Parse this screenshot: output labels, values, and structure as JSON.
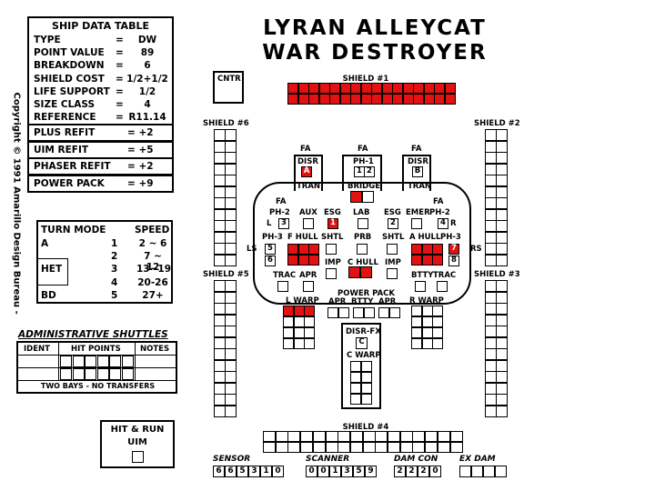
{
  "title": {
    "line1": "LYRAN ALLEYCAT",
    "line2": "WAR DESTROYER"
  },
  "copyright": "Copyright © 1991 Amarillo Design Bureau -",
  "ship_data_table": {
    "heading": "SHIP DATA TABLE",
    "rows": [
      {
        "label": "TYPE",
        "eq": "=",
        "value": "DW"
      },
      {
        "label": "POINT VALUE",
        "eq": "=",
        "value": "89"
      },
      {
        "label": "BREAKDOWN",
        "eq": "=",
        "value": "6"
      },
      {
        "label": "SHIELD COST",
        "eq": "=",
        "value": "1/2+1/2"
      },
      {
        "label": "LIFE SUPPORT",
        "eq": "=",
        "value": "1/2"
      },
      {
        "label": "SIZE CLASS",
        "eq": "=",
        "value": "4"
      },
      {
        "label": "REFERENCE",
        "eq": "=",
        "value": "R11.14"
      }
    ],
    "refits": [
      {
        "label": "PLUS REFIT",
        "value": "= +2"
      },
      {
        "label": "UIM REFIT",
        "value": "= +5"
      },
      {
        "label": "PHASER REFIT",
        "value": "= +2"
      },
      {
        "label": "POWER PACK",
        "value": "= +9"
      }
    ]
  },
  "turn_mode": {
    "headers": {
      "turn_mode": "TURN MODE",
      "speed": "SPEED"
    },
    "rows": [
      {
        "mode": "A",
        "num": "1",
        "speed": "2 ~ 6"
      },
      {
        "mode": "",
        "num": "2",
        "speed": "7 ~ 12"
      },
      {
        "mode": "HET",
        "num": "3",
        "speed": "13~19"
      },
      {
        "mode": "",
        "num": "4",
        "speed": "20-26"
      },
      {
        "mode": "BD",
        "num": "5",
        "speed": "27+"
      }
    ]
  },
  "admin_shuttles": {
    "title": "ADMINISTRATIVE SHUTTLES",
    "headers": {
      "ident": "IDENT",
      "hit_points": "HIT POINTS",
      "notes": "NOTES"
    },
    "footer": "TWO BAYS - NO TRANSFERS"
  },
  "hit_and_run": {
    "line1": "HIT & RUN",
    "line2": "UIM"
  },
  "cntr": "CNTR",
  "shields": {
    "s1": "SHIELD #1",
    "s2": "SHIELD #2",
    "s3": "SHIELD #3",
    "s4": "SHIELD #4",
    "s5": "SHIELD #5",
    "s6": "SHIELD #6"
  },
  "ship": {
    "fa_left": "FA",
    "fa_center": "FA",
    "fa_right": "FA",
    "disr_left": "DISR",
    "disr_left_box": "A",
    "tran_left": "TRAN",
    "ph1": "PH-1",
    "ph1_boxes": [
      "1",
      "2"
    ],
    "bridge": "BRIDGE",
    "disr_right": "DISR",
    "disr_right_box": "B",
    "tran_right": "TRAN",
    "fa_mid_left": "FA",
    "ph2_left": "PH-2",
    "l_label": "L",
    "ph2_left_box": "3",
    "aux": "AUX",
    "esg_left": "ESG",
    "esg_left_box": "1",
    "lab": "LAB",
    "esg_right": "ESG",
    "esg_right_box": "2",
    "emer": "EMER",
    "fa_mid_right": "FA",
    "ph2_right": "PH-2",
    "ph2_right_box": "4",
    "r_label": "R",
    "ls": "LS",
    "rs": "RS",
    "ph3_left": "PH-3",
    "ph3_left_boxes": [
      "5",
      "6"
    ],
    "f_hull": "F HULL",
    "shtl_left": "SHTL",
    "prb": "PRB",
    "shtl_right": "SHTL",
    "a_hull": "A HULL",
    "ph3_right": "PH-3",
    "ph3_right_boxes": [
      "7",
      "8"
    ],
    "imp_left": "IMP",
    "c_hull": "C HULL",
    "imp_right": "IMP",
    "trac_left": "TRAC",
    "apr_left": "APR",
    "btty_right": "BTTY",
    "trac_right": "TRAC",
    "power_pack": "POWER PACK",
    "pp_apr1": "APR",
    "pp_btty": "BTTY",
    "pp_apr2": "APR",
    "l_warp": "L WARP",
    "r_warp": "R WARP",
    "disr_fx": "DISR-FX",
    "disr_fx_box": "C",
    "c_warp": "C WARP"
  },
  "tracks": {
    "sensor": {
      "label": "SENSOR",
      "values": [
        "6",
        "6",
        "5",
        "3",
        "1",
        "0"
      ]
    },
    "scanner": {
      "label": "SCANNER",
      "values": [
        "0",
        "0",
        "1",
        "3",
        "5",
        "9"
      ]
    },
    "dam_con": {
      "label": "DAM CON",
      "values": [
        "2",
        "2",
        "2",
        "0"
      ]
    },
    "ex_dam": {
      "label": "EX DAM",
      "values": [
        "",
        "",
        "",
        ""
      ]
    }
  },
  "colors": {
    "damage": "#e21212",
    "ink": "#000000"
  }
}
